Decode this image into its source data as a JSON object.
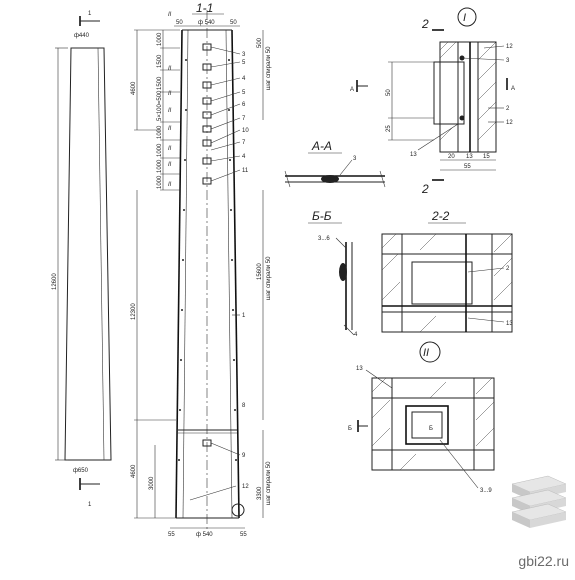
{
  "views": {
    "side": {
      "mark": "1",
      "dia_top": "ф440",
      "dia_bottom": "ф650",
      "length": "12600"
    },
    "section_1_1": {
      "title": "1-1",
      "top_dims": [
        "50",
        "ф 540",
        "50"
      ],
      "bottom_dims": [
        "55",
        "ф 540",
        "55"
      ],
      "left_dims": [
        "1000",
        "1500",
        "1500",
        "5×100=500",
        "1000",
        "1000",
        "1000",
        "1000"
      ],
      "upper_left": "4600",
      "lower_dims": [
        "4600",
        "3000"
      ],
      "middle_dim": "12300",
      "right_dims": [
        "15600",
        "3300",
        "500"
      ],
      "notes": [
        "шаг спирали 50",
        "шаг спирали 50",
        "шаг спирали 50"
      ],
      "callouts": [
        "3",
        "5",
        "4",
        "5",
        "6",
        "7",
        "10",
        "7",
        "4",
        "11",
        "1",
        "8",
        "9",
        "12"
      ],
      "section_marks": [
        "II",
        "II",
        "II",
        "II",
        "II",
        "II",
        "II",
        "II"
      ]
    },
    "detail_I": {
      "mark": "I",
      "section_mark": "2",
      "arrow_label": "A",
      "dims": [
        "50",
        "25",
        "20",
        "13",
        "15",
        "55"
      ],
      "callouts": [
        "12",
        "3",
        "2",
        "12",
        "13"
      ]
    },
    "section_AA": {
      "title": "A-A",
      "callout": "3"
    },
    "section_BB": {
      "title": "Б-Б",
      "callouts": [
        "3...6",
        "4"
      ]
    },
    "section_22": {
      "title": "2-2",
      "callouts": [
        "2",
        "13"
      ]
    },
    "detail_II": {
      "mark": "II",
      "arrow_label": "Б",
      "callouts": [
        "13",
        "3...9"
      ]
    }
  },
  "watermark": "gbi22.ru"
}
